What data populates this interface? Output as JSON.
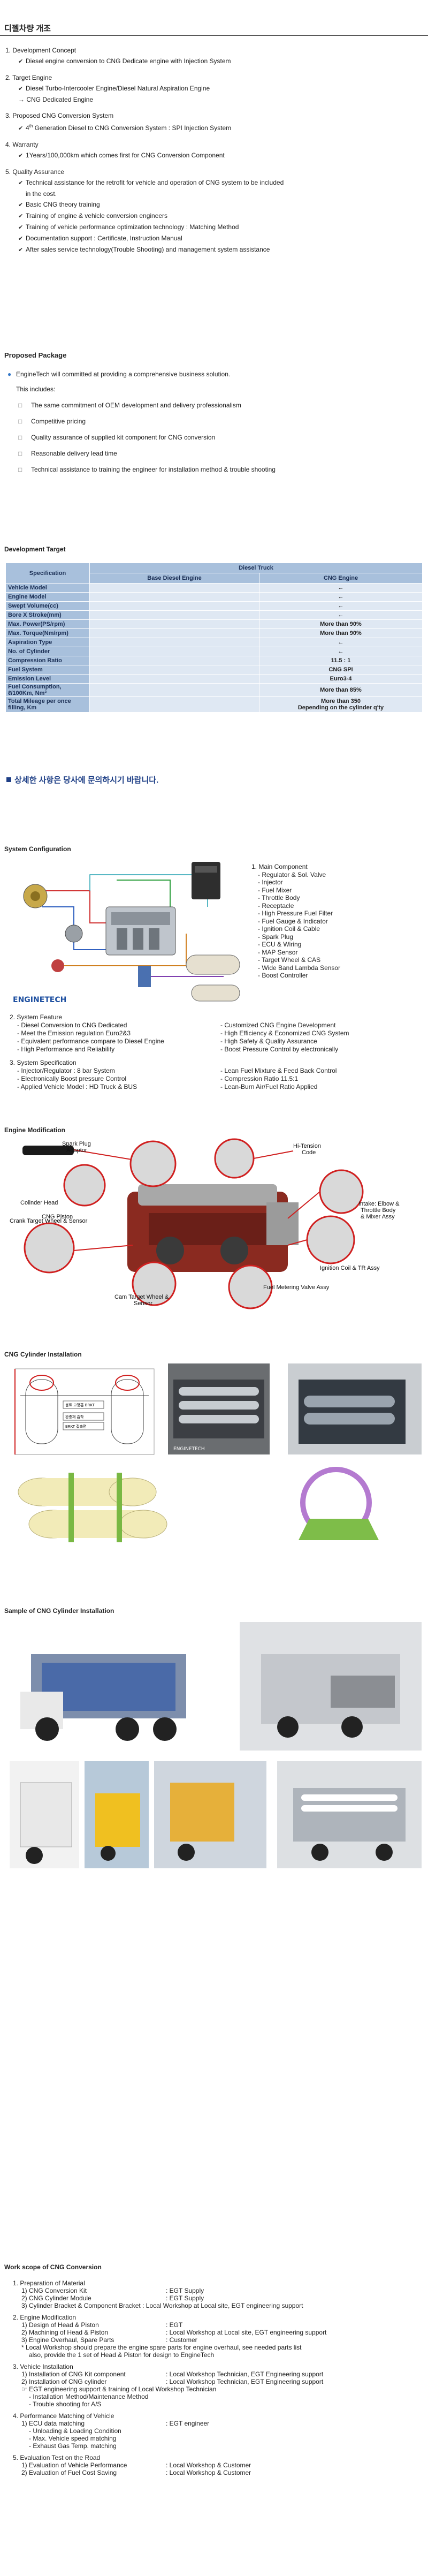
{
  "page_title": "디젤차량 개조",
  "overview": {
    "s1": {
      "head": "1. Development Concept",
      "items": [
        "Diesel engine conversion to CNG Dedicate engine with Injection System"
      ]
    },
    "s2": {
      "head": "2. Target Engine",
      "items": [
        "Diesel Turbo-Intercooler Engine/Diesel Natural Aspiration Engine"
      ],
      "arrow": "→ CNG Dedicated Engine"
    },
    "s3": {
      "head": "3. Proposed CNG Conversion System",
      "item_pre": "4",
      "item_sup": "th",
      "item_post": " Generation Diesel to CNG Conversion System : SPI Injection System"
    },
    "s4": {
      "head": "4. Warranty",
      "items": [
        "1Years/100,000km which comes first for CNG Conversion Component"
      ]
    },
    "s5": {
      "head": "5. Quality Assurance",
      "items": [
        "Technical assistance for the retrofit for vehicle and operation of CNG system to be included",
        "in the cost.",
        "Basic CNG theory training",
        "Training of engine & vehicle conversion engineers",
        "Training of vehicle performance optimization technology : Matching Method",
        "Documentation support : Certificate, Instruction Manual",
        "After sales service technology(Trouble Shooting) and management system assistance"
      ]
    }
  },
  "proposed": {
    "heading": "Proposed Package",
    "lead": "EngineTech will committed at providing a comprehensive business solution.",
    "includes": "This includes:",
    "items": [
      "The same commitment of OEM development and delivery professionalism",
      "Competitive pricing",
      "Quality assurance of supplied kit component for CNG conversion",
      "Reasonable delivery lead time",
      "Technical assistance to training the engineer for installation method & trouble shooting"
    ]
  },
  "target": {
    "heading": "Development Target",
    "h_spec": "Specification",
    "h_group": "Diesel Truck",
    "h_base": "Base Diesel Engine",
    "h_cng": "CNG Engine",
    "rows": [
      {
        "label": "Vehicle Model",
        "base": "",
        "cng": "←"
      },
      {
        "label": "Engine Model",
        "base": "",
        "cng": "←"
      },
      {
        "label": "Swept Volume(cc)",
        "base": "",
        "cng": "←"
      },
      {
        "label": "Bore X Stroke(mm)",
        "base": "",
        "cng": "←"
      },
      {
        "label": "Max. Power(PS/rpm)",
        "base": "",
        "cng": "More than 90%"
      },
      {
        "label": "Max. Torque(Nm/rpm)",
        "base": "",
        "cng": "More than 90%"
      },
      {
        "label": "Aspiration Type",
        "base": "",
        "cng": "←"
      },
      {
        "label": "No. of Cylinder",
        "base": "",
        "cng": "←"
      },
      {
        "label": "Compression Ratio",
        "base": "",
        "cng": "11.5 : 1"
      },
      {
        "label": "Fuel System",
        "base": "",
        "cng": "CNG SPI"
      },
      {
        "label": "Emission Level",
        "base": "",
        "cng": "Euro3-4"
      },
      {
        "label": "Fuel Consumption, ℓ/100Km, Nm³",
        "base": "",
        "cng": "More than 85%"
      }
    ],
    "last_label": "Total Mileage per once filling, Km",
    "last_l1": "More than 350",
    "last_l2": "Depending on the cylinder q'ty"
  },
  "inquiry": "상세한 사항은 당사에 문의하시기 바랍니다.",
  "system_config": {
    "heading": "System Configuration",
    "logo_text": "ENGINETECH",
    "main_head": "1. Main Component",
    "components": [
      "- Regulator & Sol. Valve",
      "- Injector",
      "- Fuel Mixer",
      "- Throttle Body",
      "- Receptacle",
      "- High Pressure Fuel Filter",
      "- Fuel Gauge & Indicator",
      "- Ignition Coil & Cable",
      "- Spark Plug",
      "- ECU & Wiring",
      "- MAP Sensor",
      "- Target Wheel & CAS",
      "- Wide Band Lambda Sensor",
      "- Boost Controller"
    ],
    "feature_head": "2. System Feature",
    "features_left": [
      "- Diesel Conversion to CNG Dedicated",
      "- Meet the Emission regulation Euro2&3",
      "- Equivalent performance compare to Diesel Engine",
      "- High Performance and Reliability"
    ],
    "features_right": [
      "- Customized CNG Engine Development",
      "- High Efficiency & Economized CNG System",
      "- High Safety & Quality Assurance",
      "- Boost Pressure Control by electronically"
    ],
    "spec_head": "3. System Specification",
    "spec_left": [
      "- Injector/Regulator : 8 bar System",
      "- Electronically Boost pressure Control",
      "- Applied Vehicle Model : HD Truck & BUS"
    ],
    "spec_right": [
      "- Lean Fuel Mixture & Feed Back Control",
      "- Compression Ratio 11.5:1",
      "- Lean-Burn Air/Fuel Ratio Applied"
    ]
  },
  "engine_mod": {
    "heading": "Engine Modification",
    "labels": {
      "spark1": "Spark Plug",
      "spark2": "Adaptor",
      "hi1": "Hi-Tension",
      "hi2": "Code",
      "head": "Colinder Head",
      "piston": "CNG Piston",
      "intake1": "Intake: Elbow &",
      "intake2": "Throttle Body",
      "intake3": "& Mixer Assy",
      "crank": "Crank Target Wheel & Sensor",
      "ign": "Ignition Coil & TR Assy",
      "cam1": "Cam Target Wheel &",
      "cam2": "Sensor",
      "fuel": "Fuel Metering Valve Assy"
    }
  },
  "cyl_install": {
    "heading": "CNG Cylinder Installation",
    "photo_tag": "ENGINETECH",
    "sticker1": "볼트 고정홈 BRKT",
    "sticker2": "완충재 흡착",
    "sticker3": "BRKT 접촉면"
  },
  "cyl_sample": {
    "heading": "Sample of CNG Cylinder Installation"
  },
  "work_scope": {
    "heading": "Work scope of CNG Conversion",
    "s1_head": "1. Preparation of Material",
    "s1": [
      {
        "k": "1) CNG Conversion  Kit",
        "v": ": EGT Supply"
      },
      {
        "k": "2) CNG Cylinder Module",
        "v": ": EGT Supply"
      }
    ],
    "s1_line3": "3) Cylinder Bracket & Component Bracket : Local Workshop at Local site, EGT engineering support",
    "s2_head": "2. Engine Modification",
    "s2": [
      {
        "k": "1) Design of Head & Piston",
        "v": ": EGT"
      },
      {
        "k": "2) Machining of Head & Piston",
        "v": ": Local Workshop at Local site, EGT engineering support"
      },
      {
        "k": "3) Engine Overhaul, Spare Parts",
        "v": ": Customer"
      }
    ],
    "s2_note1": "* Local Workshop should prepare the engine spare parts for engine overhaul, see needed parts list",
    "s2_note2": "also, provide the 1 set of Head & Piston for design to EngineTech",
    "s3_head": "3. Vehicle Installation",
    "s3": [
      {
        "k": "1) Installation of CNG Kit component",
        "v": ": Local Workshop Technician, EGT Engineering support"
      },
      {
        "k": "2) Installation of CNG cylinder",
        "v": ": Local Workshop Technician, EGT Engineering support"
      }
    ],
    "s3_arrow": "☞ EGT engineering support & training of Local Workshop Technician",
    "s3_sub": [
      "- Installation Method/Maintenance Method",
      "- Trouble shooting for A/S"
    ],
    "s4_head": "4. Performance Matching of Vehicle",
    "s4": [
      {
        "k": "1) ECU data matching",
        "v": ": EGT engineer"
      }
    ],
    "s4_sub": [
      "- Unloading & Loading Condition",
      "- Max. Vehicle speed matching",
      "- Exhaust Gas Temp. matching"
    ],
    "s5_head": "5. Evaluation Test on the Road",
    "s5": [
      {
        "k": "1) Evaluation of Vehicle Performance",
        "v": ": Local Workshop & Customer"
      },
      {
        "k": "2) Evaluation of Fuel Cost Saving",
        "v": ": Local Workshop & Customer"
      }
    ]
  }
}
